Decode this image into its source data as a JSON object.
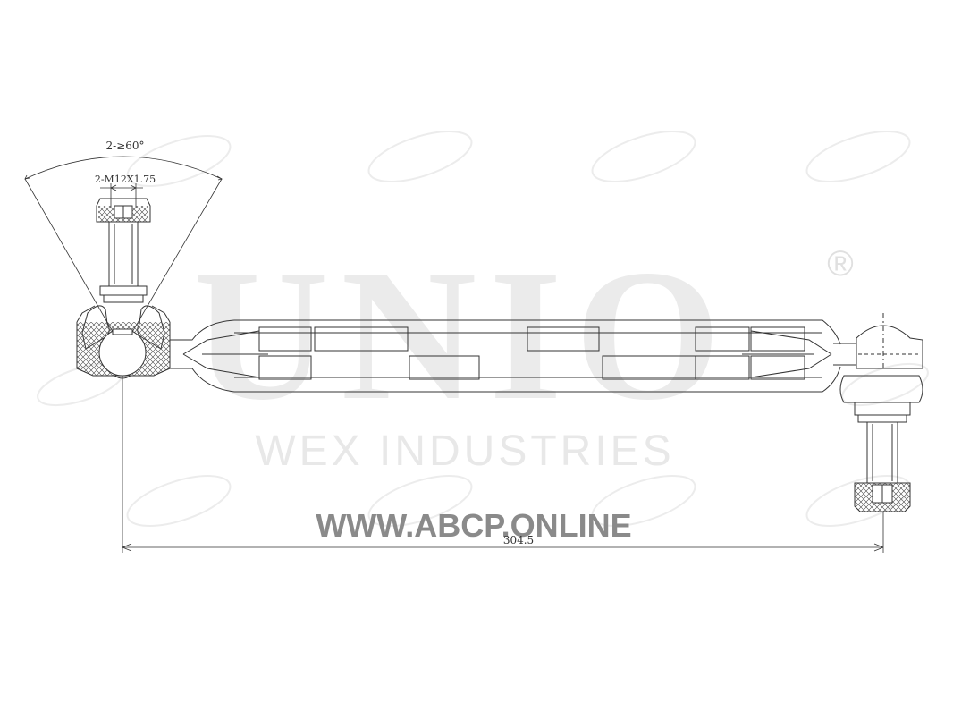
{
  "drawing": {
    "angle_note": "2-≥60°",
    "thread_note": "2-M12X1.75",
    "length_dimension": "304.5"
  },
  "watermark": {
    "brand": "UNIO",
    "registered": "®",
    "company": "WEX INDUSTRIES",
    "url": "WWW.ABCP.ONLINE"
  },
  "colors": {
    "line": "#333333",
    "watermark": "#e6e6e6",
    "url": "#8a8a8a"
  }
}
